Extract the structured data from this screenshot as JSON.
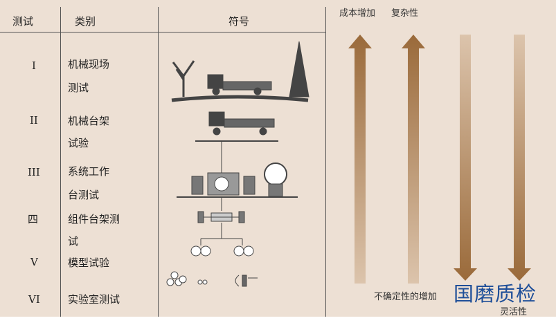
{
  "header": {
    "test": "测试",
    "category": "类别",
    "symbol": "符号"
  },
  "rows": [
    {
      "level": "I",
      "category_line1": "机械现场",
      "category_line2": "测试"
    },
    {
      "level": "II",
      "category_line1": "机械台架",
      "category_line2": "试验"
    },
    {
      "level": "III",
      "category_line1": "系统工作",
      "category_line2": "台测试"
    },
    {
      "level": "四",
      "category_line1": "组件台架测",
      "category_line2": "试"
    },
    {
      "level": "V",
      "category_line1": "模型试验",
      "category_line2": ""
    },
    {
      "level": "VI",
      "category_line1": "实验室测试",
      "category_line2": ""
    }
  ],
  "arrows": {
    "cost": "成本增加",
    "complexity": "复杂性",
    "uncertainty": "不确定性的增加",
    "flexibility": "灵活性"
  },
  "watermark": "国磨质检",
  "colors": {
    "background": "#ede0d4",
    "arrow_dark": "#9a6a3a",
    "arrow_light": "#dcc4ac"
  }
}
